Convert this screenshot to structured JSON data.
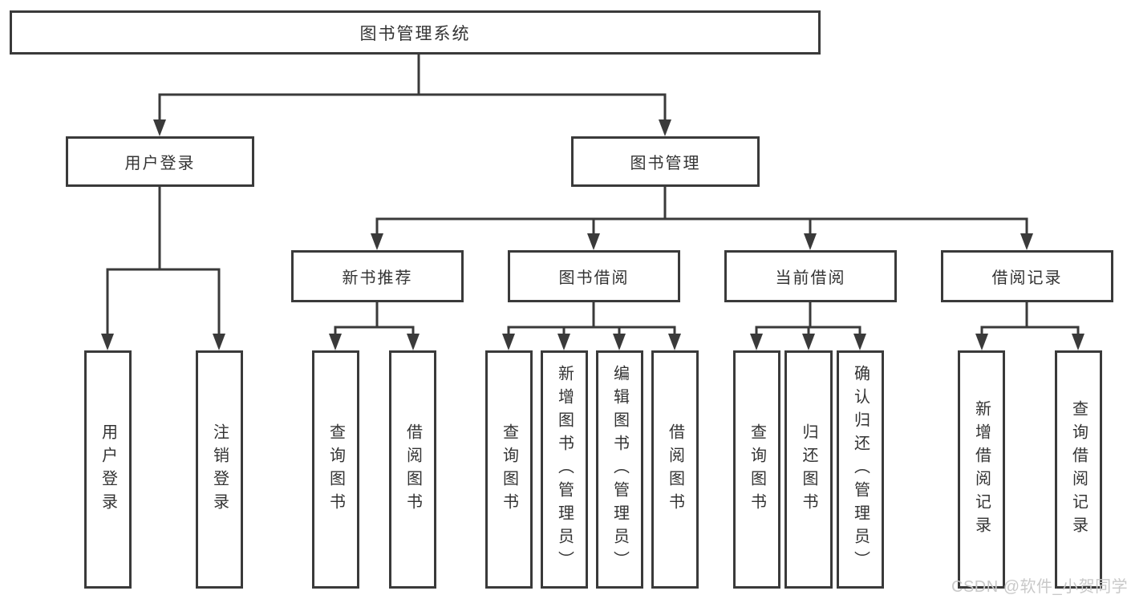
{
  "diagram": {
    "root": {
      "label": "图书管理系统"
    },
    "level2": [
      {
        "label": "用户登录"
      },
      {
        "label": "图书管理"
      }
    ],
    "level3": [
      {
        "label": "新书推荐",
        "parent": "图书管理"
      },
      {
        "label": "图书借阅",
        "parent": "图书管理"
      },
      {
        "label": "当前借阅",
        "parent": "图书管理"
      },
      {
        "label": "借阅记录",
        "parent": "图书管理"
      }
    ],
    "leaves": [
      {
        "label": "用户登录",
        "parent": "用户登录"
      },
      {
        "label": "注销登录",
        "parent": "用户登录"
      },
      {
        "label": "查询图书",
        "parent": "新书推荐"
      },
      {
        "label": "借阅图书",
        "parent": "新书推荐"
      },
      {
        "label": "查询图书",
        "parent": "图书借阅"
      },
      {
        "label": "新增图书（管理员）",
        "parent": "图书借阅"
      },
      {
        "label": "编辑图书（管理员）",
        "parent": "图书借阅"
      },
      {
        "label": "借阅图书",
        "parent": "图书借阅"
      },
      {
        "label": "查询图书",
        "parent": "当前借阅"
      },
      {
        "label": "归还图书",
        "parent": "当前借阅"
      },
      {
        "label": "确认归还（管理员）",
        "parent": "当前借阅"
      },
      {
        "label": "新增借阅记录",
        "parent": "借阅记录"
      },
      {
        "label": "查询借阅记录",
        "parent": "借阅记录"
      }
    ]
  },
  "watermark": {
    "text": "CSDN @软件_小贺同学"
  },
  "colors": {
    "line": "#3a3a3a",
    "text": "#333333",
    "background": "#ffffff",
    "watermark": "#c9c9c9"
  }
}
